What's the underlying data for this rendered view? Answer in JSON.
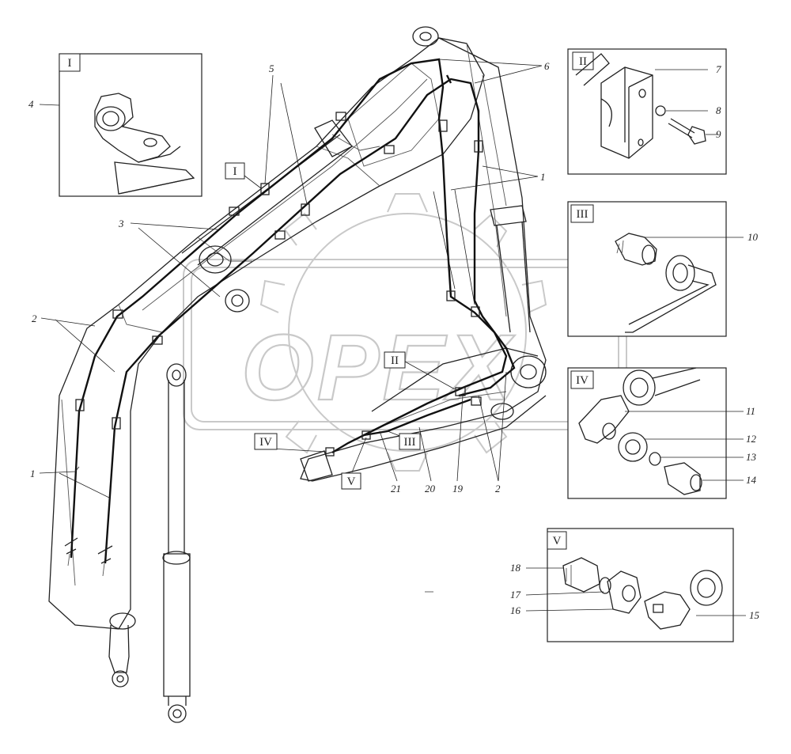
{
  "watermark": {
    "text": "OPEX"
  },
  "roman_labels": {
    "I": "I",
    "II": "II",
    "III": "III",
    "IV": "IV",
    "V": "V"
  },
  "numbers": {
    "n1": "1",
    "n2": "2",
    "n3": "3",
    "n4": "4",
    "n5": "5",
    "n6": "6",
    "n7": "7",
    "n8": "8",
    "n9": "9",
    "n10": "10",
    "n11": "11",
    "n12": "12",
    "n13": "13",
    "n14": "14",
    "n15": "15",
    "n16": "16",
    "n17": "17",
    "n18": "18",
    "n19": "19",
    "n20": "20",
    "n21": "21"
  },
  "colors": {
    "line": "#222222",
    "watermark": "#c9c9c9",
    "background": "#ffffff"
  }
}
